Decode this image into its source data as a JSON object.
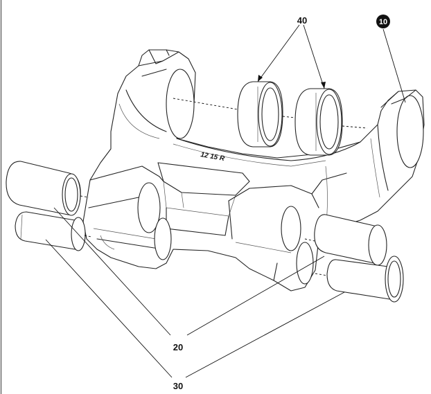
{
  "callouts": {
    "part_40": "40",
    "part_10": "10",
    "part_20": "20",
    "part_30": "30"
  },
  "body_marking": "12  15  R",
  "colors": {
    "line": "#222222",
    "background": "#ffffff",
    "badge": "#111111"
  }
}
